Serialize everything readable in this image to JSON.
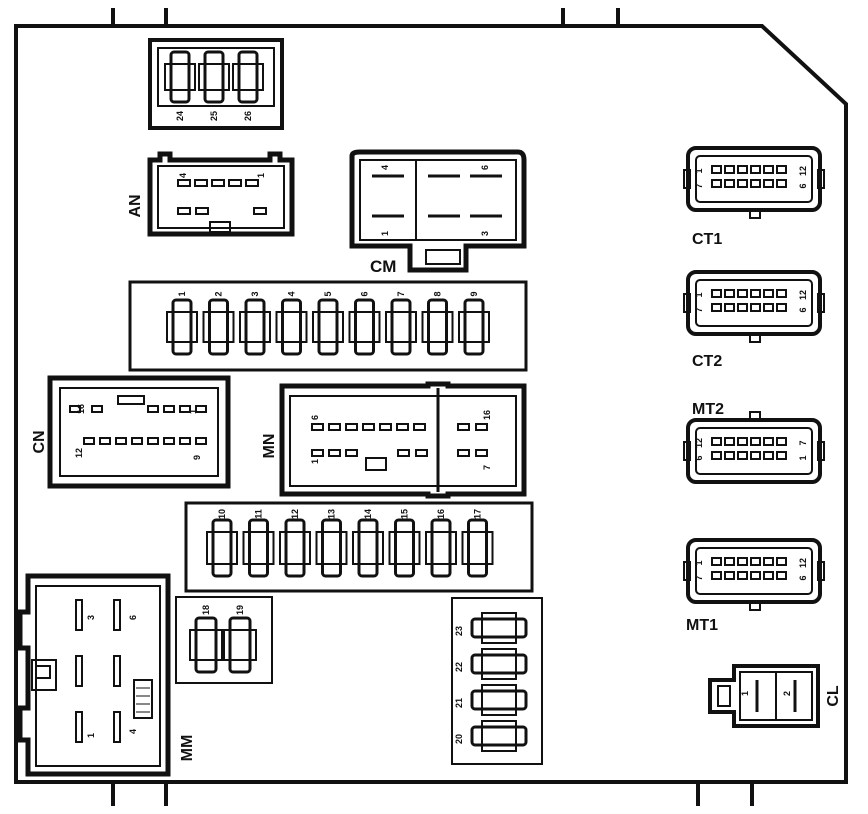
{
  "connectors": {
    "AN": "AN",
    "CM": "CM",
    "CN": "CN",
    "MN": "MN",
    "MM": "MM",
    "CT1": "CT1",
    "CT2": "CT2",
    "MT2": "MT2",
    "MT1": "MT1",
    "CL": "CL"
  },
  "fuse_rows": {
    "top": [
      "24",
      "25",
      "26"
    ],
    "row1": [
      "1",
      "2",
      "3",
      "4",
      "5",
      "6",
      "7",
      "8",
      "9"
    ],
    "row2": [
      "10",
      "11",
      "12",
      "13",
      "14",
      "15",
      "16",
      "17"
    ],
    "small": [
      "18",
      "19"
    ],
    "vertical": [
      "23",
      "22",
      "21",
      "20"
    ]
  },
  "pins": {
    "an": [
      "4",
      "1"
    ],
    "cm": [
      "4",
      "6",
      "1",
      "3"
    ],
    "cn": [
      "16",
      "1",
      "12",
      "9"
    ],
    "mn": [
      "6",
      "1",
      "16",
      "7"
    ],
    "mm": [
      "3",
      "6",
      "1",
      "4"
    ],
    "ct": [
      "1",
      "7",
      "12",
      "6"
    ],
    "mt2": [
      "12",
      "6",
      "7",
      "1"
    ],
    "cl": [
      "1",
      "2"
    ]
  }
}
